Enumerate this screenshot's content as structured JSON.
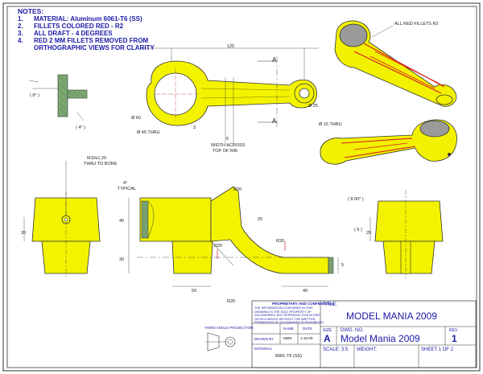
{
  "notes": {
    "title": "NOTES:",
    "items": [
      {
        "num": "1.",
        "text": "MATERIAL: Aluminum 6061-T6 (SS)"
      },
      {
        "num": "2.",
        "text": "FILLETS COLORED RED - R2"
      },
      {
        "num": "3.",
        "text": "ALL DRAFT - 4 DEGREES"
      },
      {
        "num": "4.",
        "text": "RED 2 MM FILLETS REMOVED FROM"
      },
      {
        "num": "",
        "text": "ORTHOGRAPHIC VIEWS FOR CLARITY"
      }
    ]
  },
  "dims": {
    "d125": "125",
    "sectionA": "A",
    "d60": "Ø 60",
    "d45": "Ø 45 THRU",
    "d25": "Ø 25",
    "d15": "Ø 15 THRU",
    "d3": "3",
    "d6": "6",
    "width_rib_1": "WIDTH ACROSS",
    "width_rib_2": "TOP OF RIB",
    "deg8": "( 8° )",
    "deg4": "( 4° )",
    "m10_1": "M10x1.25",
    "m10_2": "THRU TO BORE",
    "typical_deg": "4°",
    "typical": "TYPICAL",
    "d20_left": "20",
    "d40": "40",
    "d30": "30",
    "r20_top": "R20",
    "r20_mid": "R20",
    "r20_low": "R20",
    "r20_bot": "R20",
    "d25_arm": "25",
    "d50": "50",
    "d40_bottom": "40",
    "d5": "5",
    "deg8_right": "( 8.00° )",
    "d6_right": "( 6 )",
    "d20_right": "20",
    "fillets_label": "ALL RED FILLETS R2"
  },
  "title_block": {
    "proprietary_title": "PROPRIETARY AND CONFIDENTIAL",
    "proprietary_lines": [
      "THE INFORMATION CONTAINED IN THIS",
      "DRAWING IS THE SOLE PROPERTY OF",
      "SOLIDWORKS. ANY REPRODUCTION IN PART",
      "OR AS A WHOLE WITHOUT THE WRITTEN",
      "PERMISSION OF SOLIDWORKS IS PROHIBITED."
    ],
    "name_hdr": "NAME",
    "date_hdr": "DATE",
    "drawn_by": "DRAWN BY",
    "drawn_name": "MMS",
    "drawn_date": "1-15-09",
    "material_label": "MATERIAL",
    "material_value": "6061-T6 (SS)",
    "projection": "THIRD ANGLE PROJECTION",
    "title_label": "TITLE:",
    "title": "MODEL MANIA 2009",
    "size_label": "SIZE",
    "size": "A",
    "dwg_label": "DWG. NO.",
    "dwg_no": "Model Mania 2009",
    "rev_label": "REV",
    "rev": "1",
    "scale": "SCALE: 3:5",
    "weight": "WEIGHT:",
    "sheet": "SHEET 1 OF 2"
  },
  "colors": {
    "part_yellow": "#f5f500",
    "fillet_red": "#d61e1e",
    "note_blue": "#1a1aa6",
    "section_green": "#6f9f66"
  }
}
